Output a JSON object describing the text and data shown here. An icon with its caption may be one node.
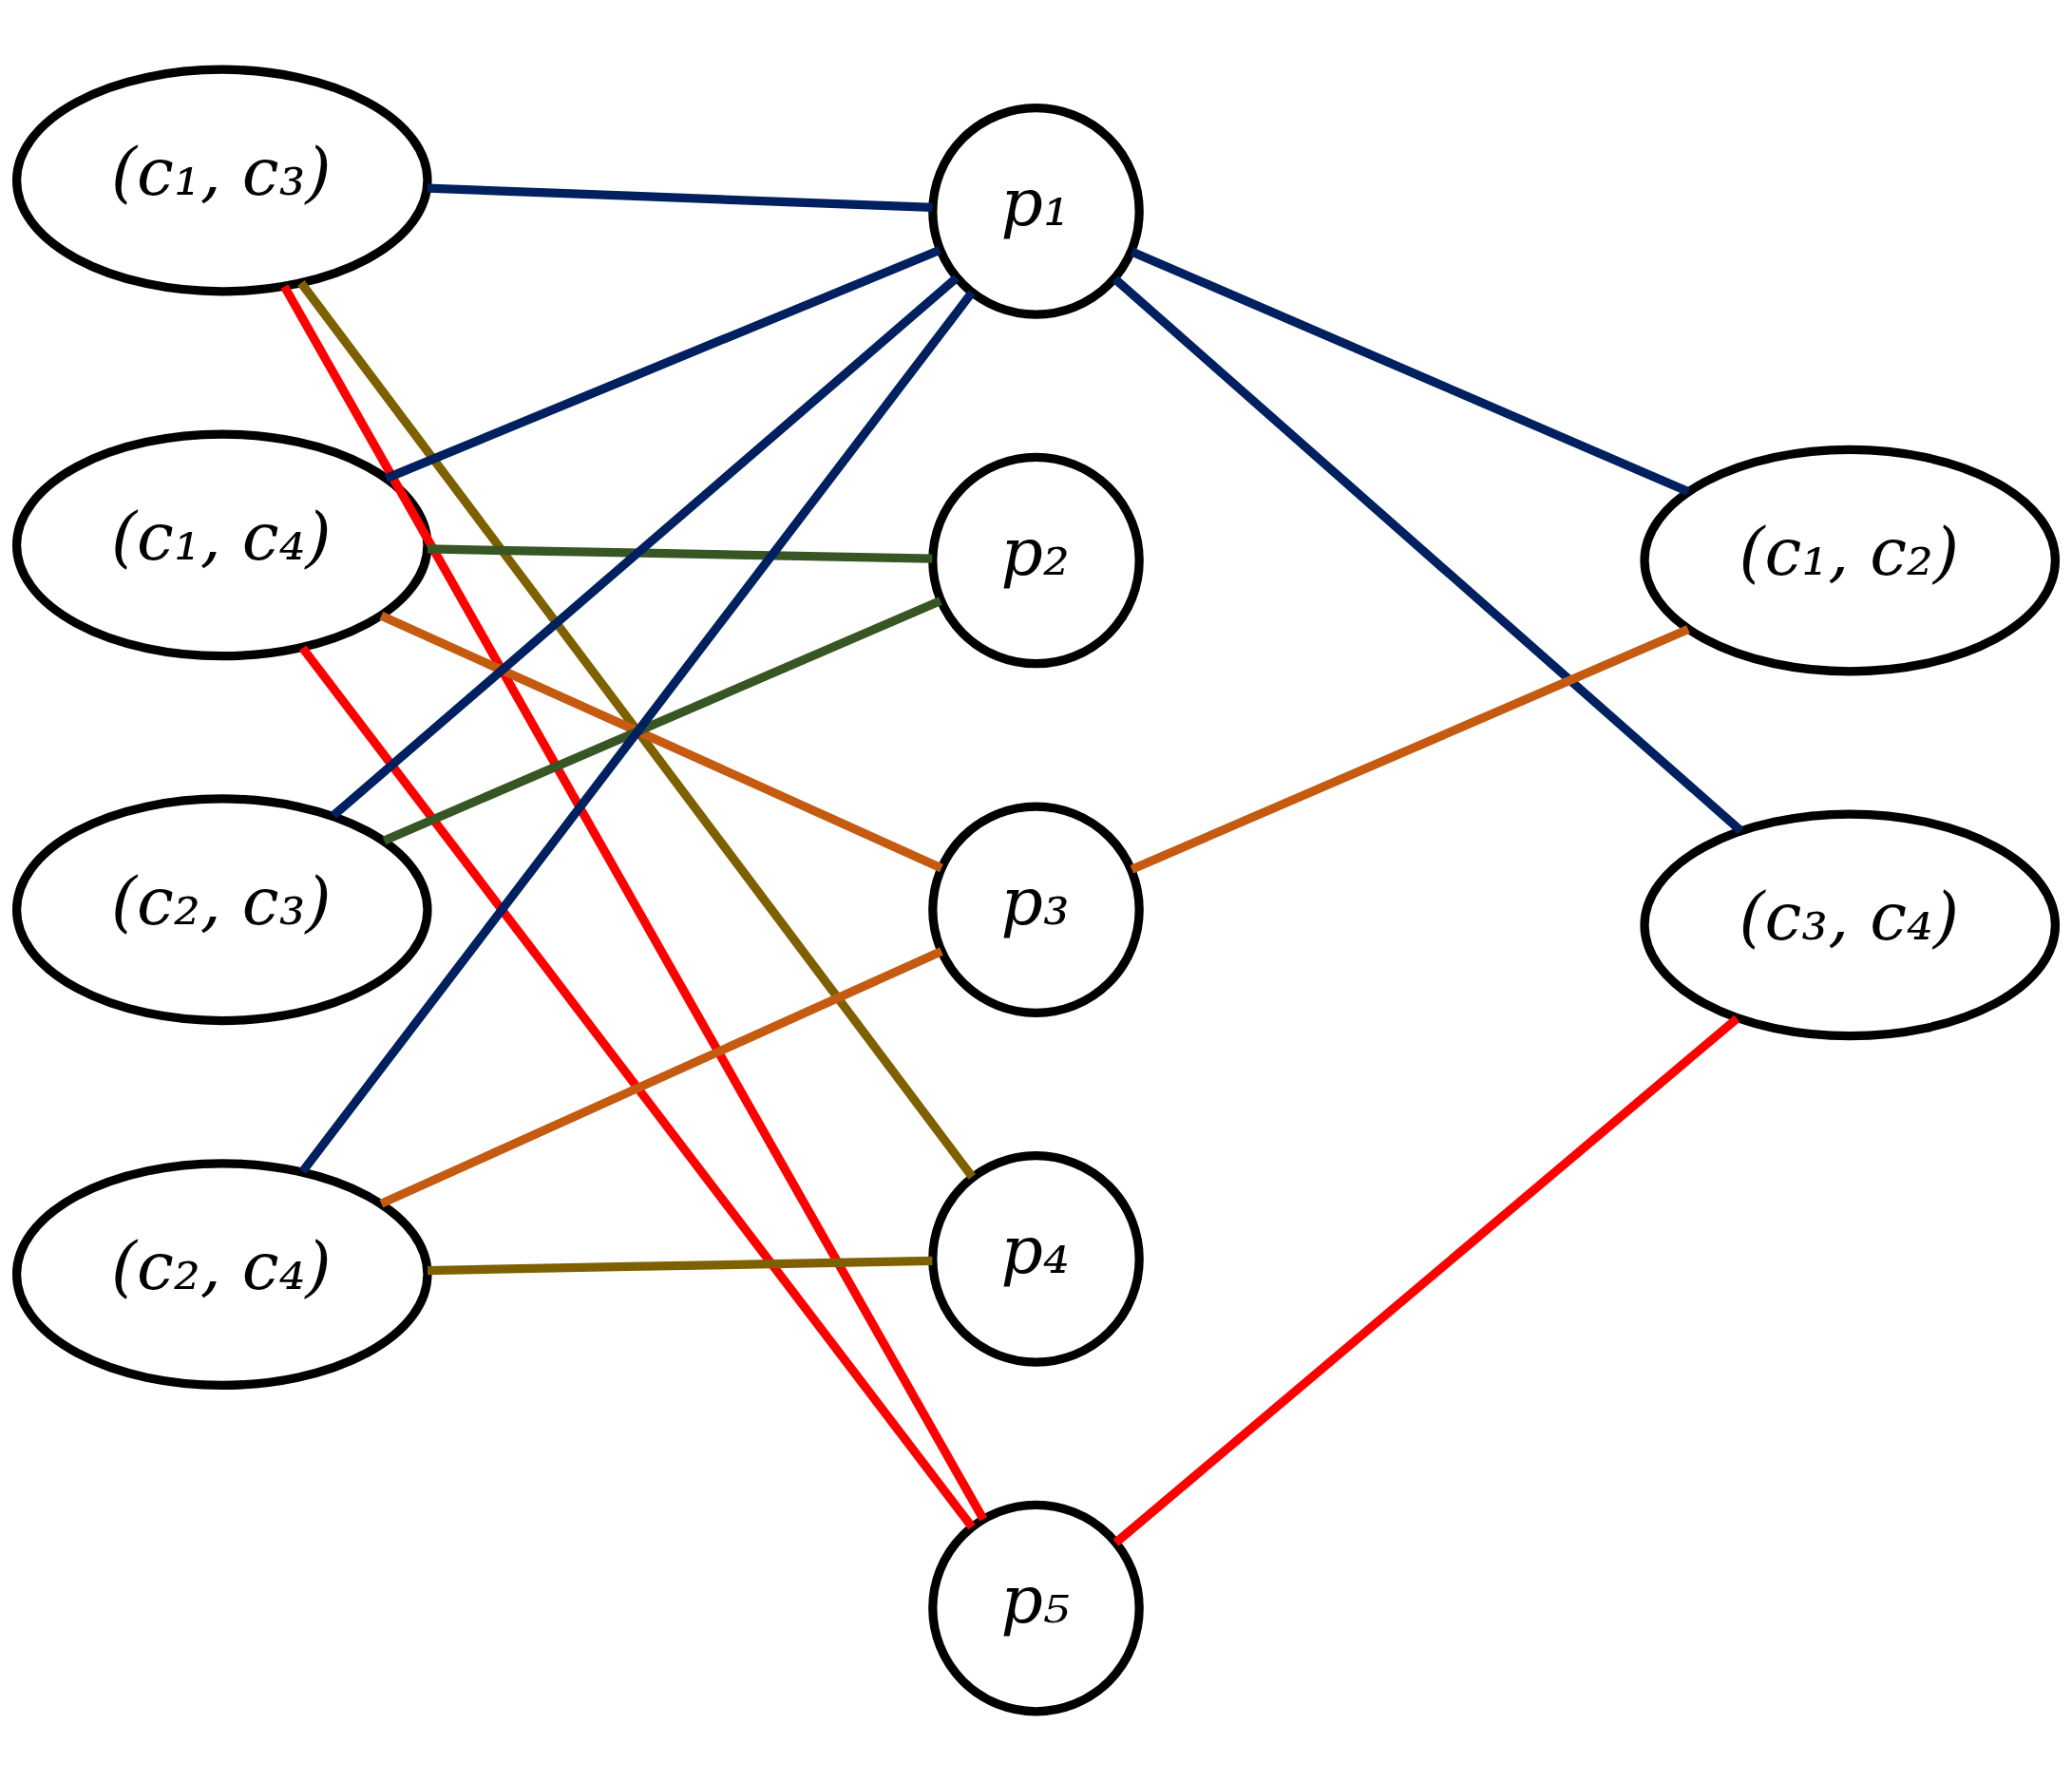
{
  "diagram": {
    "nodes": [
      {
        "text": [
          "(c₁, c₃)"
        ]
      },
      {
        "text": [
          "(c₁, c₄)"
        ]
      },
      {
        "text": [
          "(c₂, c₃)"
        ]
      },
      {
        "text": [
          "(c₂, c₄)"
        ]
      },
      {
        "text": [
          "p₁"
        ]
      },
      {
        "text": [
          "p₂"
        ]
      },
      {
        "text": [
          "p₃"
        ]
      },
      {
        "text": [
          "p₄"
        ]
      },
      {
        "text": [
          "p₅"
        ]
      },
      {
        "text": [
          "(c₁, c₂)"
        ]
      },
      {
        "text": [
          "(c₃, c₄)"
        ]
      }
    ],
    "edges": [
      {
        "from": 0,
        "to": 4,
        "arrow": "none",
        "color": "#002060"
      },
      {
        "from": 0,
        "to": 7,
        "arrow": "none",
        "color": "#7f6000"
      },
      {
        "from": 0,
        "to": 8,
        "arrow": "none",
        "color": "#ff0000"
      },
      {
        "from": 1,
        "to": 4,
        "arrow": "none",
        "color": "#002060"
      },
      {
        "from": 1,
        "to": 5,
        "arrow": "none",
        "color": "#375623"
      },
      {
        "from": 1,
        "to": 6,
        "arrow": "none",
        "color": "#c55a11"
      },
      {
        "from": 1,
        "to": 8,
        "arrow": "none",
        "color": "#ff0000"
      },
      {
        "from": 2,
        "to": 4,
        "arrow": "none",
        "color": "#002060"
      },
      {
        "from": 2,
        "to": 5,
        "arrow": "none",
        "color": "#375623"
      },
      {
        "from": 3,
        "to": 4,
        "arrow": "none",
        "color": "#002060"
      },
      {
        "from": 3,
        "to": 6,
        "arrow": "none",
        "color": "#c55a11"
      },
      {
        "from": 3,
        "to": 7,
        "arrow": "none",
        "color": "#7f6000"
      },
      {
        "from": 4,
        "to": 9,
        "arrow": "none",
        "color": "#002060"
      },
      {
        "from": 4,
        "to": 10,
        "arrow": "none",
        "color": "#002060"
      },
      {
        "from": 6,
        "to": 9,
        "arrow": "none",
        "color": "#c55a11"
      },
      {
        "from": 8,
        "to": 10,
        "arrow": "none",
        "color": "#ff0000"
      }
    ]
  }
}
